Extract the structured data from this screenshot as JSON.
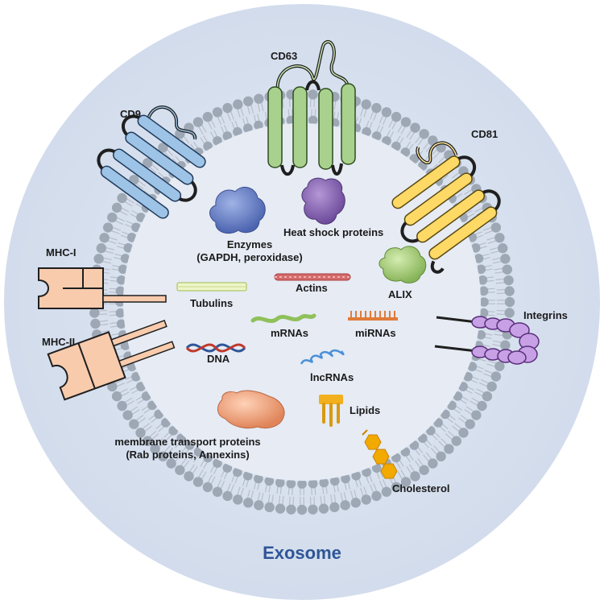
{
  "title": "Exosome",
  "labels": {
    "cd63": "CD63",
    "cd9": "CD9",
    "cd81": "CD81",
    "enzymes_line1": "Enzymes",
    "enzymes_line2": "(GAPDH, peroxidase)",
    "heat_shock": "Heat shock proteins",
    "mhc1": "MHC-I",
    "mhc2": "MHC-II",
    "actins": "Actins",
    "alix": "ALIX",
    "tubulins": "Tubulins",
    "mrnas": "mRNAs",
    "mirnas": "miRNAs",
    "integrins": "Integrins",
    "dna": "DNA",
    "lncrnas": "lncRNAs",
    "lipids": "Lipids",
    "membrane_line1": "membrane transport proteins",
    "membrane_line2": "(Rab proteins, Annexins)",
    "cholesterol": "Cholesterol"
  },
  "colors": {
    "background_disc": "#d9e2f1",
    "lumen": "#e8edf5",
    "lipid_head": "#9ea8b5",
    "lipid_tail": "#b7bec8",
    "cd63": "#a9d18e",
    "cd9": "#9dc3e6",
    "cd81": "#ffd966",
    "mhc": "#f8cbad",
    "integrin": "#c7a0e6",
    "enzyme": "#6d86c9",
    "heat_shock": "#8e6bb5",
    "alix": "#a8cf7a",
    "membrane_transport": "#f4a582",
    "lipid_icon": "#f2b01e",
    "cholesterol": "#f2a900",
    "title_color": "#2f5597"
  },
  "icons": [
    "tubulin-icon",
    "actin-icon",
    "mrna-icon",
    "mirna-icon",
    "dna-helix-icon",
    "lncrna-icon"
  ]
}
